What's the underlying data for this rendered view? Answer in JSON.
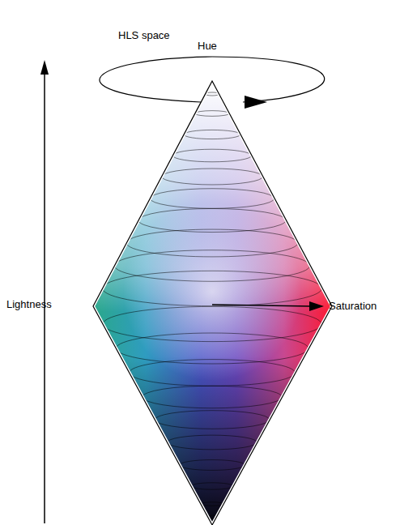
{
  "diagram": {
    "title": "HLS space",
    "labels": [
      "Hue",
      "Saturation",
      "Lightness"
    ]
  }
}
